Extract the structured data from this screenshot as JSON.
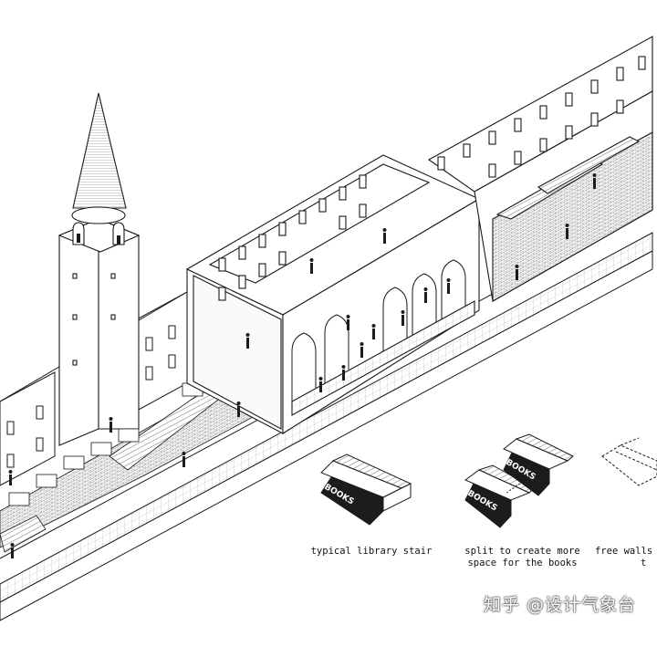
{
  "captions": {
    "typical": "typical library stair",
    "split_line1": "split to create more",
    "split_line2": "space for the books",
    "free_line1": "free walls",
    "free_line2": "t"
  },
  "block_labels": {
    "books_a": "BOOKS",
    "books_b": "BOOKS",
    "books_c": "BOOKS"
  },
  "watermark": "知乎 @设计气象台",
  "colors": {
    "line": "#1a1a1a",
    "fill_white": "#ffffff",
    "fill_dark": "#1c1c1c",
    "hatch": "#8a8a8a"
  }
}
